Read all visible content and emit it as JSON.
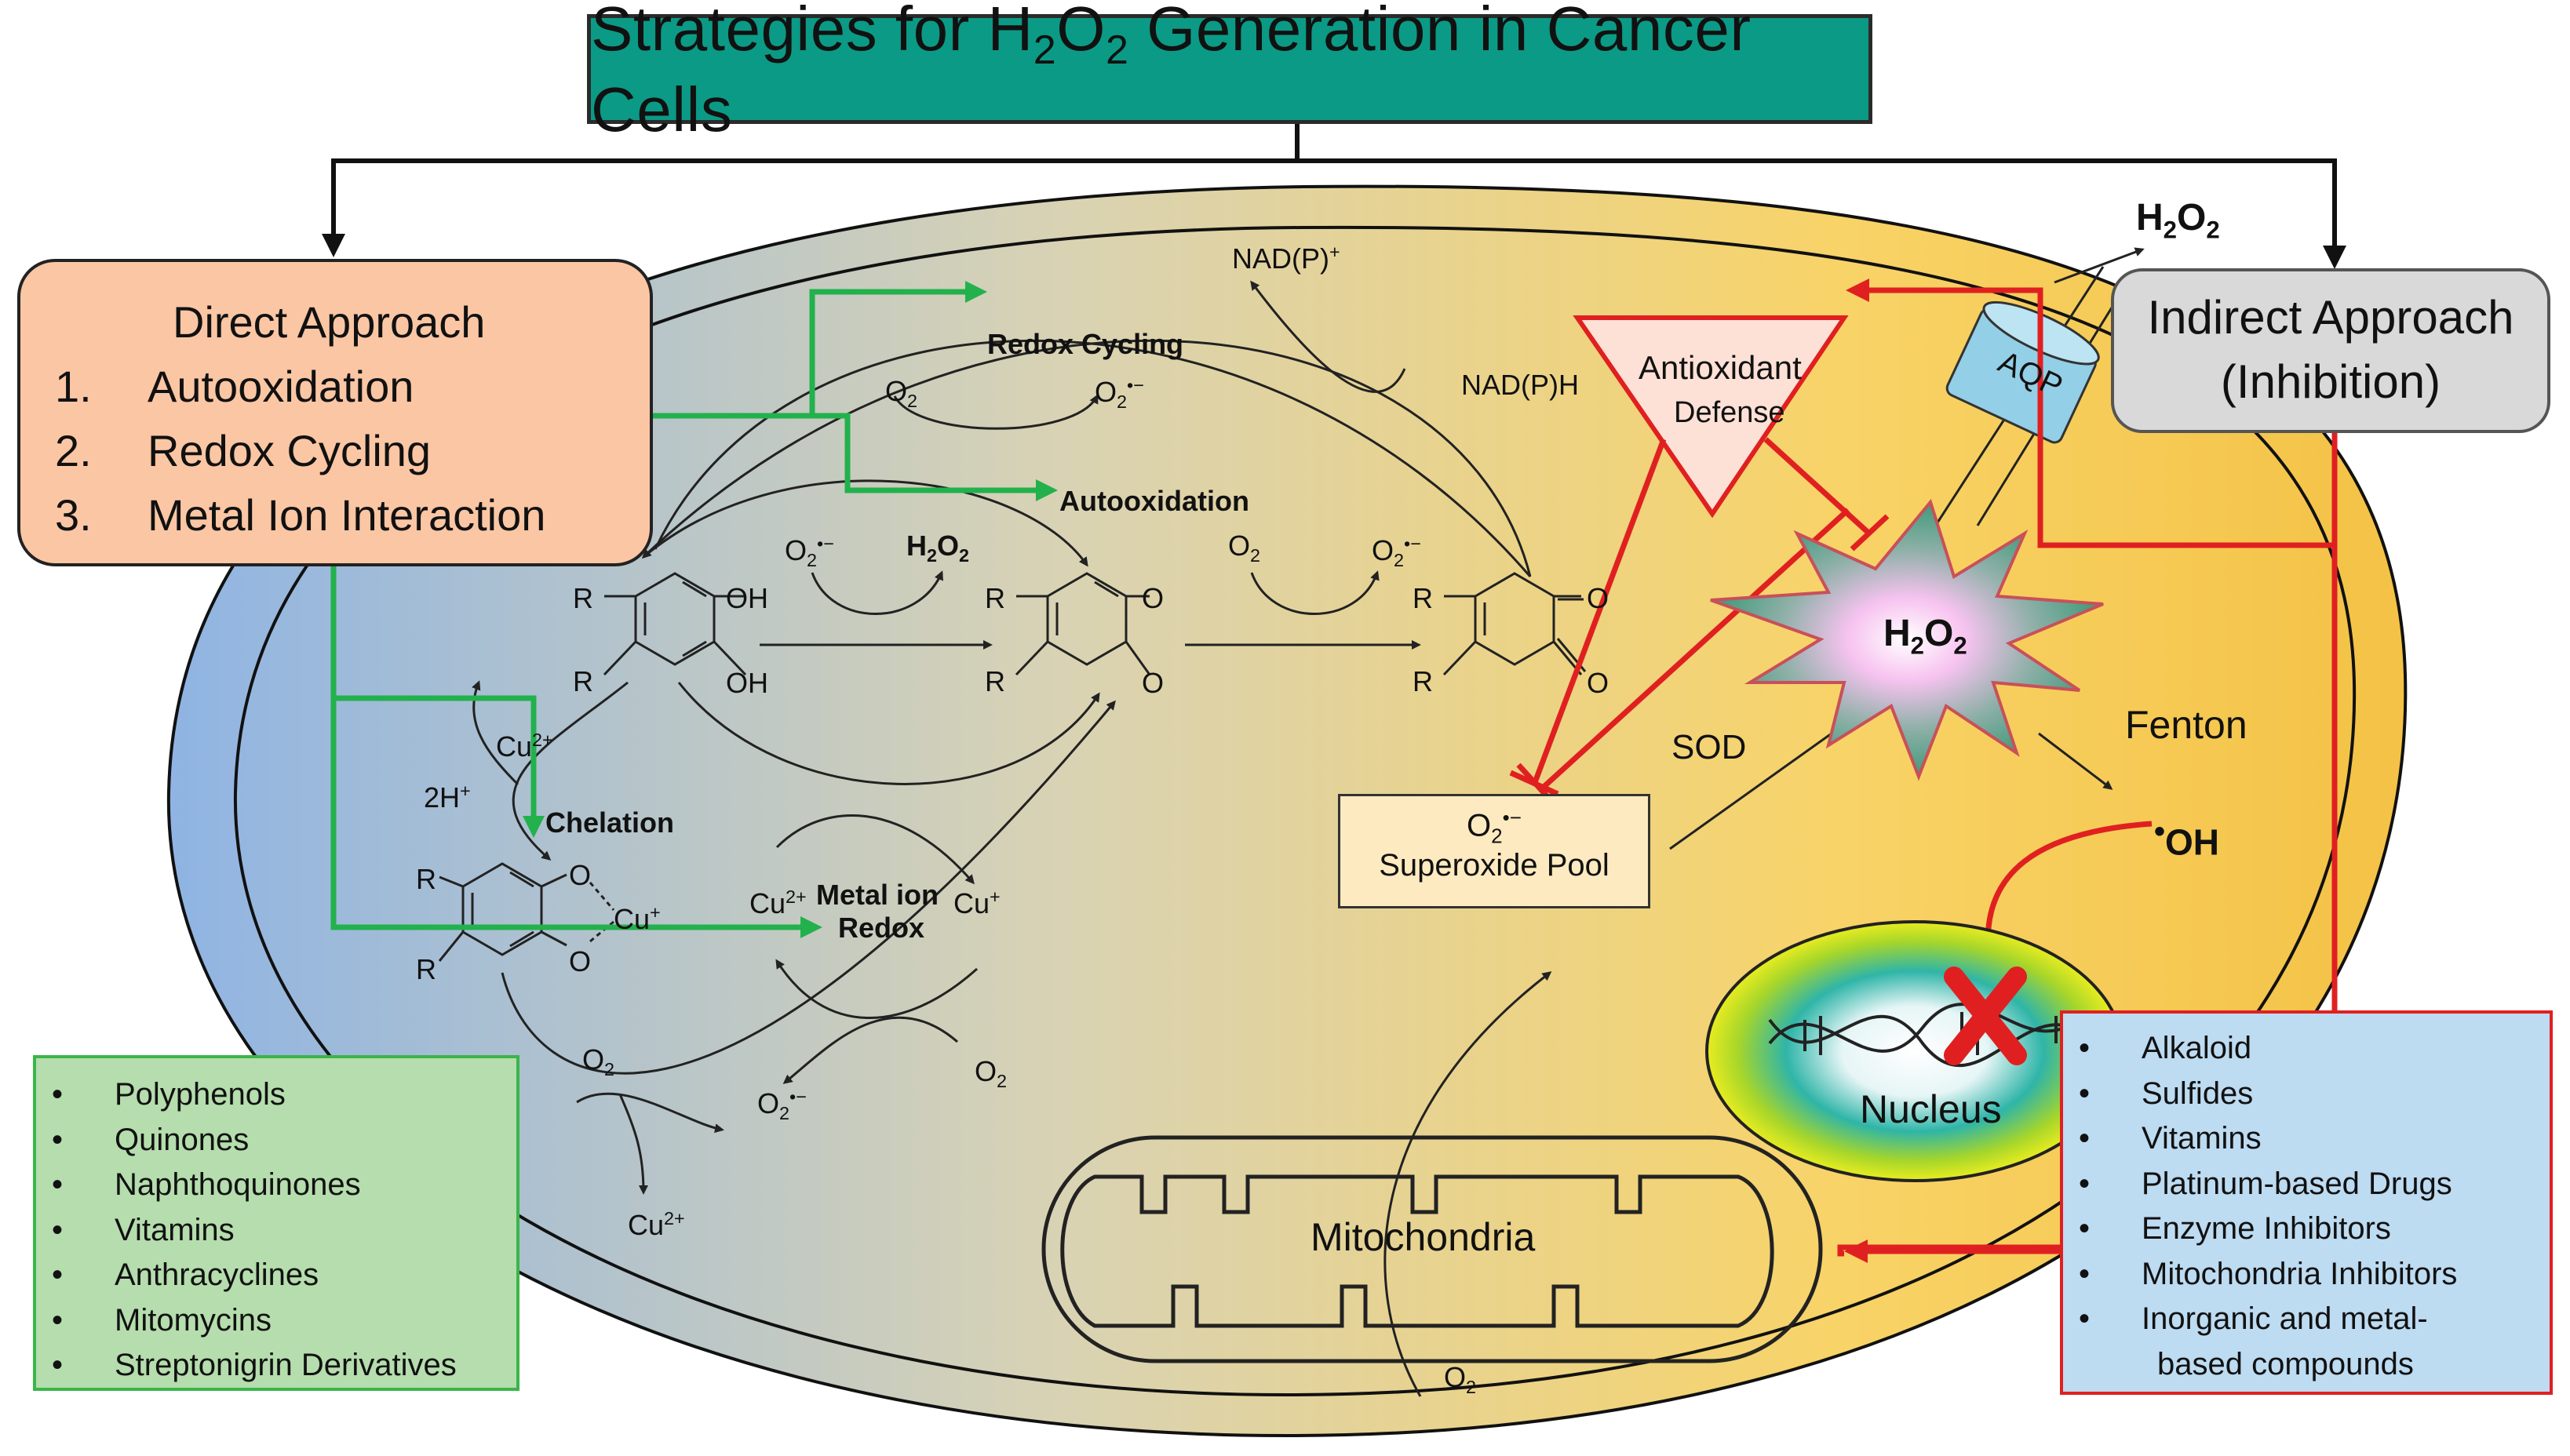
{
  "title": {
    "prefix": "Strategies for H",
    "sub1": "2",
    "mid": "O",
    "sub2": "2",
    "suffix": " Generation in Cancer Cells"
  },
  "direct": {
    "heading": "Direct Approach",
    "items": [
      {
        "num": "1.",
        "text": "Autooxidation"
      },
      {
        "num": "2.",
        "text": "Redox Cycling"
      },
      {
        "num": "3.",
        "text": "Metal Ion Interaction"
      }
    ]
  },
  "indirect": {
    "line1": "Indirect Approach",
    "line2": "(Inhibition)"
  },
  "direct_examples": [
    "Polyphenols",
    "Quinones",
    "Naphthoquinones",
    "Vitamins",
    "Anthracyclines",
    "Mitomycins",
    "Streptonigrin Derivatives"
  ],
  "indirect_examples": [
    "Alkaloid",
    "Sulfides",
    "Vitamins",
    "Platinum-based Drugs",
    "Enzyme Inhibitors",
    "Mitochondria Inhibitors",
    "Inorganic and metal-",
    "based compounds"
  ],
  "bullet": "•",
  "labels": {
    "redox_cycling": "Redox Cycling",
    "autooxidation": "Autooxidation",
    "chelation": "Chelation",
    "metal_ion_redox_1": "Metal ion",
    "metal_ion_redox_2": "Redox",
    "nadp_plus": "NAD(P)",
    "nadph": "NAD(P)H",
    "plus": "+",
    "o2": "O",
    "two": "2",
    "dot_minus": "•−",
    "h2o2_h": "H",
    "h2o2_o": "O",
    "cu": "Cu",
    "cu2plus": "2+",
    "cuplus": "+",
    "two_h": "2H",
    "r": "R",
    "oh": "OH",
    "o": "O",
    "o_dot": "O",
    "o_minus": "O",
    "antioxidant_1": "Antioxidant",
    "antioxidant_2": "Defense",
    "aqp": "AQP",
    "sod": "SOD",
    "fenton": "Fenton",
    "oh_radical": "OH",
    "superoxide_pool": "Superoxide Pool",
    "nucleus": "Nucleus",
    "mitochondria": "Mitochondria"
  },
  "colors": {
    "title_bg": "#0b9a85",
    "direct_bg": "#fbc6a4",
    "indirect_bg": "#d9d9d9",
    "green_arrows": "#22b14c",
    "red_inhibit": "#e02020",
    "cell_blue": "#8fb4e3",
    "cell_yellow": "#f7c94d",
    "green_list_bg": "#b5ddad",
    "blue_list_bg": "#bddbf1"
  }
}
